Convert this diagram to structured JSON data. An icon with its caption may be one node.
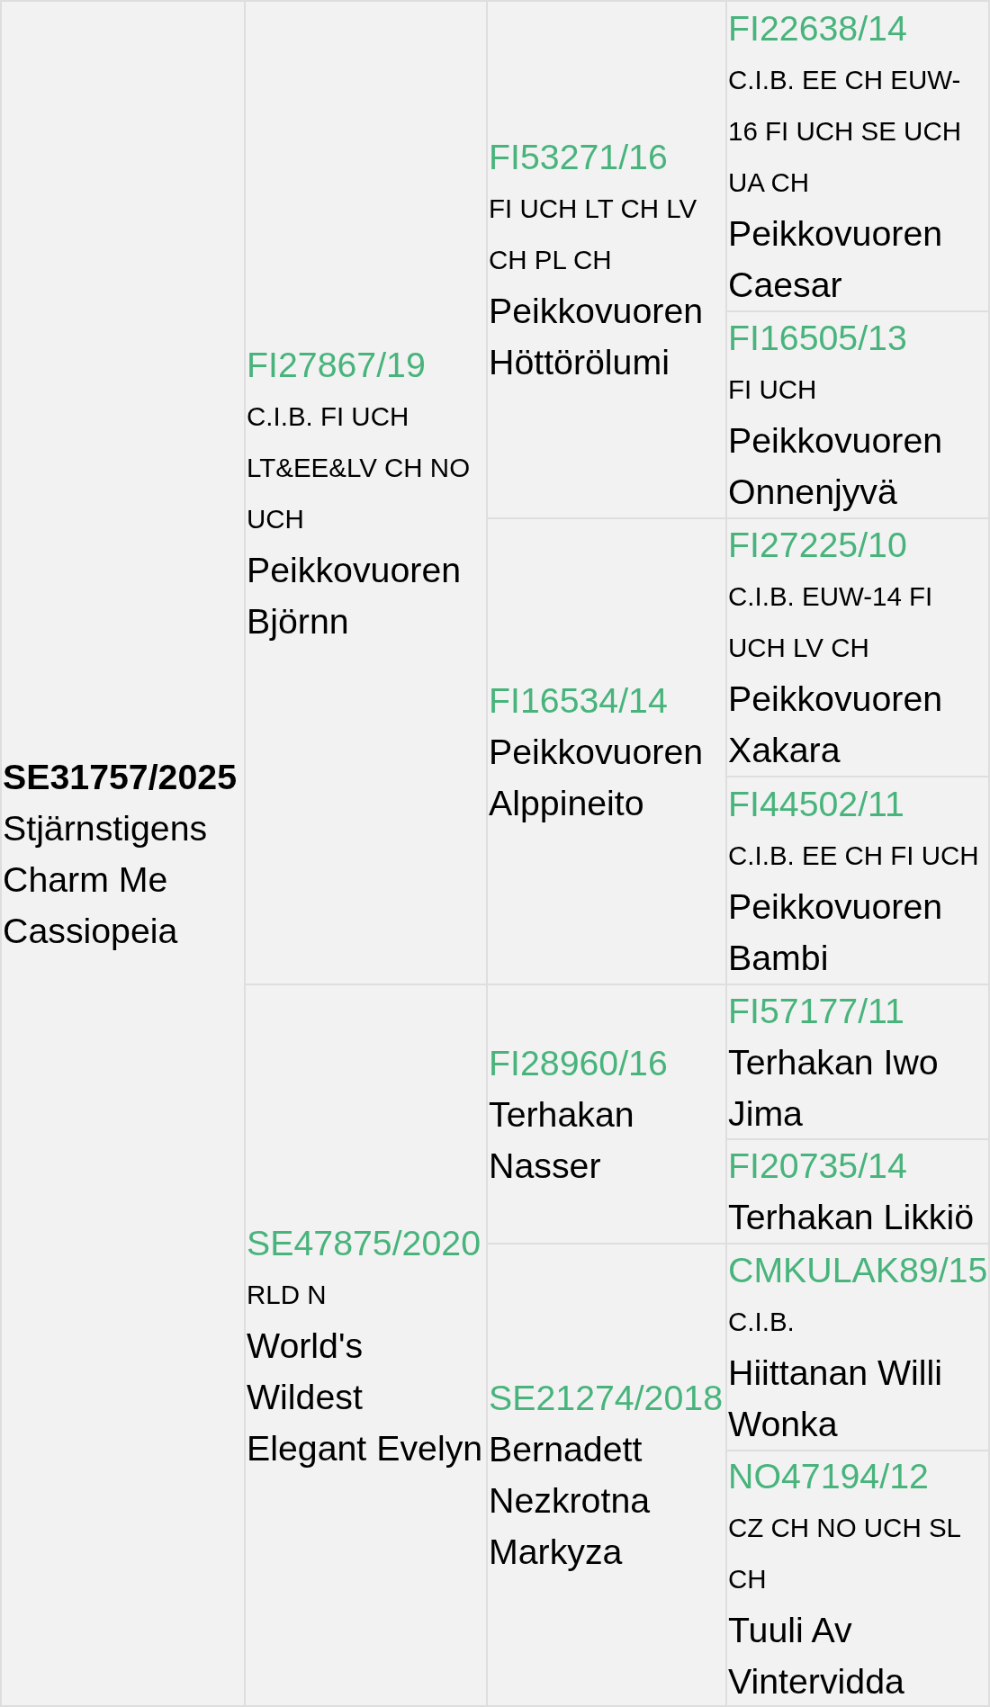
{
  "diagram": {
    "nodes": [
      {
        "text": [
          "SE31757/2025",
          "Stjärnstigens Charm Me Cassiopeia"
        ]
      },
      {
        "text": [
          "FI27867/19",
          "C.I.B. FI UCH LT&EE&LV CH NO UCH",
          "Peikkovuoren Björnn"
        ]
      },
      {
        "text": [
          "FI53271/16",
          "FI UCH LT CH LV CH PL CH",
          "Peikkovuoren Höttörölumi"
        ]
      },
      {
        "text": [
          "FI22638/14",
          "C.I.B. EE CH EUW-16 FI UCH SE UCH UA CH",
          "Peikkovuoren Caesar"
        ]
      },
      {
        "text": [
          "FI16505/13",
          "FI UCH",
          "Peikkovuoren Onnenjyvä"
        ]
      },
      {
        "text": [
          "FI16534/14",
          "Peikkovuoren Alppineito"
        ]
      },
      {
        "text": [
          "FI27225/10",
          "C.I.B. EUW-14 FI UCH LV CH",
          "Peikkovuoren Xakara"
        ]
      },
      {
        "text": [
          "FI44502/11",
          "C.I.B. EE CH FI UCH",
          "Peikkovuoren Bambi"
        ]
      },
      {
        "text": [
          "SE47875/2020",
          "RLD N",
          "World's Wildest Elegant Evelyn"
        ]
      },
      {
        "text": [
          "FI28960/16",
          "Terhakan Nasser"
        ]
      },
      {
        "text": [
          "FI57177/11",
          "Terhakan Iwo Jima"
        ]
      },
      {
        "text": [
          "FI20735/14",
          "Terhakan Likkiö"
        ]
      },
      {
        "text": [
          "SE21274/2018",
          "Bernadett Nezkrotna Markyza"
        ]
      },
      {
        "text": [
          "CMKULAK89/15",
          "C.I.B.",
          "Hiittanan Willi Wonka"
        ]
      },
      {
        "text": [
          "NO47194/12",
          "CZ CH NO UCH SL CH",
          "Tuuli Av Vintervidda"
        ]
      }
    ]
  }
}
